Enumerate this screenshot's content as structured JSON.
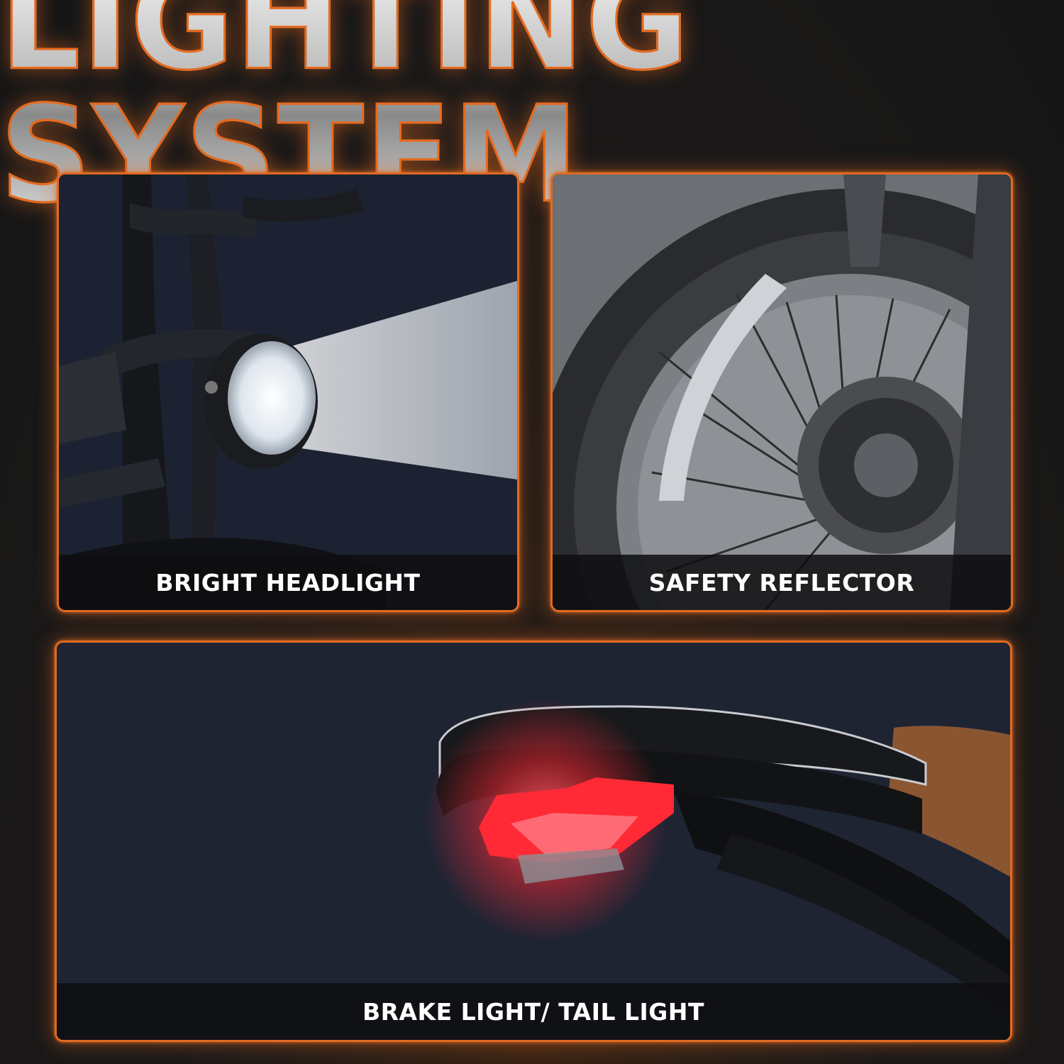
{
  "header": {
    "title": "LIGHTING SYSTEM"
  },
  "panels": [
    {
      "caption": "BRIGHT HEADLIGHT",
      "icon": "headlight-photo"
    },
    {
      "caption": "SAFETY REFLECTOR",
      "icon": "wheel-reflector-photo"
    },
    {
      "caption": "BRAKE LIGHT/ TAIL LIGHT",
      "icon": "tail-light-photo"
    }
  ],
  "colors": {
    "accent": "#e06a22",
    "panel_bg": "#1b2030",
    "tail_light": "#ff2a35"
  }
}
